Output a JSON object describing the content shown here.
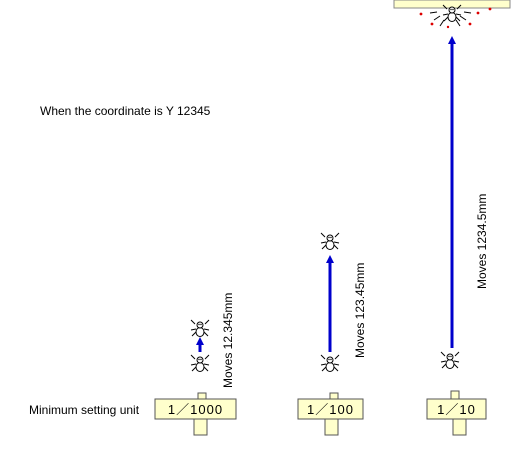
{
  "header_text": "When the coordinate is Y 12345",
  "row_label": "Minimum setting unit",
  "colors": {
    "arrow": "#0000cc",
    "dial_fill": "#ffffcc",
    "dial_stroke": "#555555",
    "spark": "#dd0000"
  },
  "units": [
    {
      "dial": "1／1000",
      "move": "Moves 12.345mm",
      "distance_mm": 12.345
    },
    {
      "dial": "1／100",
      "move": "Moves 123.45mm",
      "distance_mm": 123.45
    },
    {
      "dial": "1／10",
      "move": "Moves 1234.5mm",
      "distance_mm": 1234.5
    }
  ]
}
